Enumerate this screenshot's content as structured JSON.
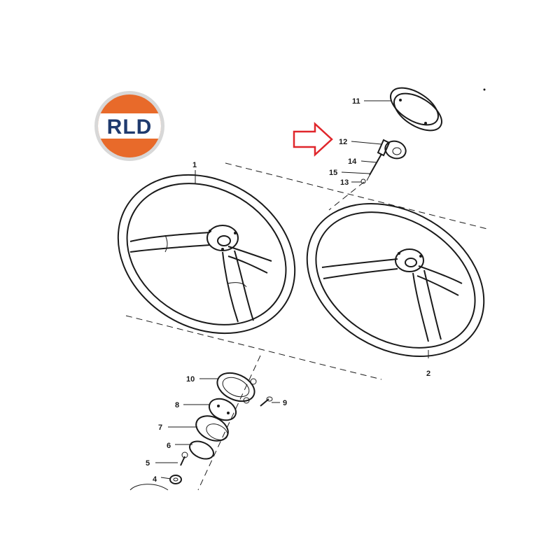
{
  "logo": {
    "text": "RLD",
    "colors": {
      "top": "#e86a2a",
      "bottom": "#e86a2a",
      "band": "#ffffff",
      "text": "#1f3a6e",
      "ring": "#cfcfcf"
    }
  },
  "arrow": {
    "color": "#e0262b",
    "points_to": "12"
  },
  "callouts": [
    {
      "id": "1",
      "label": "1"
    },
    {
      "id": "2",
      "label": "2"
    },
    {
      "id": "4",
      "label": "4"
    },
    {
      "id": "5",
      "label": "5"
    },
    {
      "id": "6",
      "label": "6"
    },
    {
      "id": "7",
      "label": "7"
    },
    {
      "id": "8",
      "label": "8"
    },
    {
      "id": "9",
      "label": "9"
    },
    {
      "id": "10",
      "label": "10"
    },
    {
      "id": "11",
      "label": "11"
    },
    {
      "id": "12",
      "label": "12"
    },
    {
      "id": "13",
      "label": "13"
    },
    {
      "id": "14",
      "label": "14"
    },
    {
      "id": "15",
      "label": "15"
    }
  ]
}
